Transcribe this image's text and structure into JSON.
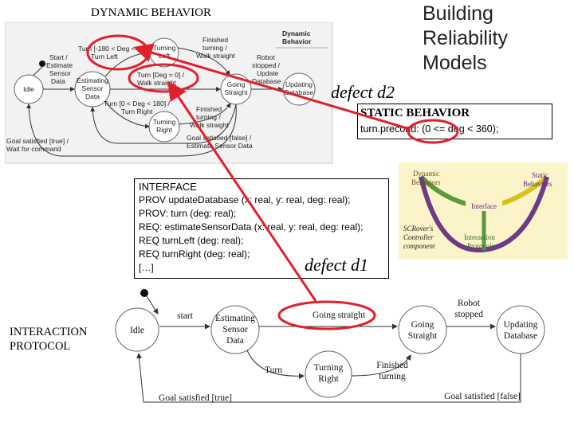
{
  "slide": {
    "title_lines": [
      "Building",
      "Reliability",
      "Models"
    ]
  },
  "dynamic": {
    "heading": "DYNAMIC BEHAVIOR",
    "corner_label": [
      "Dynamic",
      "Behavior"
    ],
    "states": {
      "idle": [
        "Idle"
      ],
      "estimating": [
        "Estimating",
        "Sensor",
        "Data"
      ],
      "turning_left": [
        "Turning",
        "Left"
      ],
      "going_straight": [
        "Going",
        "Straight"
      ],
      "updating": [
        "Updating",
        "Database"
      ],
      "turning_right": [
        "Turning",
        "Right"
      ]
    },
    "transitions": {
      "start": [
        "Start /",
        "Estimate",
        "Sensor",
        "Data"
      ],
      "turn_left": [
        "Turn [-180 < Deg < 0] /",
        "Turn Left"
      ],
      "finished_top": [
        "Finished",
        "turning /",
        "Walk straight"
      ],
      "robot_stopped": [
        "Robot",
        "stopped /",
        "Update",
        "Database"
      ],
      "turn_zero": [
        "Turn [Deg = 0] /",
        "Walk straight"
      ],
      "turn_right": [
        "Turn [0 < Deg < 180] /",
        "Turn Right"
      ],
      "finished_bottom": [
        "Finished",
        "turning /",
        "Walk straight"
      ],
      "goal_false": [
        "Goal satisfied [false] /",
        "Estimate Sensor Data"
      ],
      "goal_true": [
        "Goal satisfied [true] /",
        "Wait for command"
      ]
    }
  },
  "defects": {
    "d2": "defect d2",
    "d1": "defect d1"
  },
  "static": {
    "heading": "STATIC BEHAVIOR",
    "code": "turn.precond: (0 <= deg < 360);"
  },
  "interface": {
    "title": "INTERFACE",
    "lines": [
      "PROV updateDatabase (x: real, y: real, deg: real);",
      "PROV: turn (deg: real);",
      "REQ: estimateSensorData (x: real, y: real, deg: real);",
      "REQ turnLeft (deg: real);",
      "REQ turnRight (deg: real);",
      "[…]"
    ]
  },
  "triangle": {
    "dynamic": [
      "Dynamic",
      "Behaviors"
    ],
    "static": [
      "Static",
      "Behaviors"
    ],
    "interface": "Interface",
    "controller": [
      "SCRover's",
      "Controller",
      "component"
    ],
    "protocols": [
      "Interaction",
      "Protocols"
    ]
  },
  "protocol": {
    "heading": [
      "INTERACTION",
      "PROTOCOL"
    ],
    "states": {
      "idle": [
        "Idle"
      ],
      "estimating": [
        "Estimating",
        "Sensor",
        "Data"
      ],
      "going_straight": [
        "Going",
        "Straight"
      ],
      "updating": [
        "Updating",
        "Database"
      ],
      "turning_right": [
        "Turning",
        "Right"
      ]
    },
    "transitions": {
      "start": "start",
      "going_straight": "Going straight",
      "robot_stopped": [
        "Robot",
        "stopped"
      ],
      "turn": "Turn",
      "finished": [
        "Finished",
        "turning"
      ],
      "goal_true": "Goal satisfied [true]",
      "goal_false": "Goal satisfied [false]"
    }
  },
  "colors": {
    "highlight": "#e0202a",
    "triangle_bg": "#fbf4c9",
    "tri_green": "#5a9a3c",
    "tri_yellow": "#d8c21a",
    "tri_purple": "#6f3a86",
    "tri_label_brown": "#7a4a22",
    "tri_label_purple": "#5a2c7a",
    "tri_label_green": "#2f6b25"
  }
}
